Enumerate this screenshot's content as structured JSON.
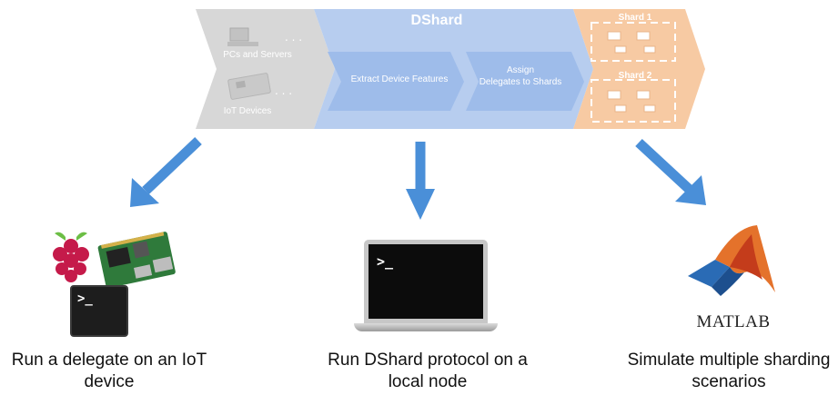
{
  "pipeline": {
    "devices_stage": {
      "pcs_label": "PCs and Servers",
      "iot_label": "IoT Devices",
      "color": "#d7d7d7"
    },
    "dshard_stage": {
      "title": "DShard",
      "step1_label": "Extract Device Features",
      "step2_line1": "Assign",
      "step2_line2": "Delegates to Shards",
      "color": "#b7cdef",
      "inner_color": "#9ebcea"
    },
    "shards_stage": {
      "shard1_label": "Shard 1",
      "shard2_label": "Shard 2",
      "color": "#f7caa3"
    }
  },
  "arrow_color": "#4a8fd8",
  "outputs": {
    "iot": {
      "caption_line1": "Run a delegate on an IoT",
      "caption_line2": "device",
      "terminal_prompt": ">_"
    },
    "local": {
      "caption_line1": "Run DShard protocol on a",
      "caption_line2": "local node",
      "terminal_prompt": ">_"
    },
    "matlab": {
      "logo_text": "MATLAB",
      "caption_line1": "Simulate multiple sharding",
      "caption_line2": "scenarios"
    }
  }
}
